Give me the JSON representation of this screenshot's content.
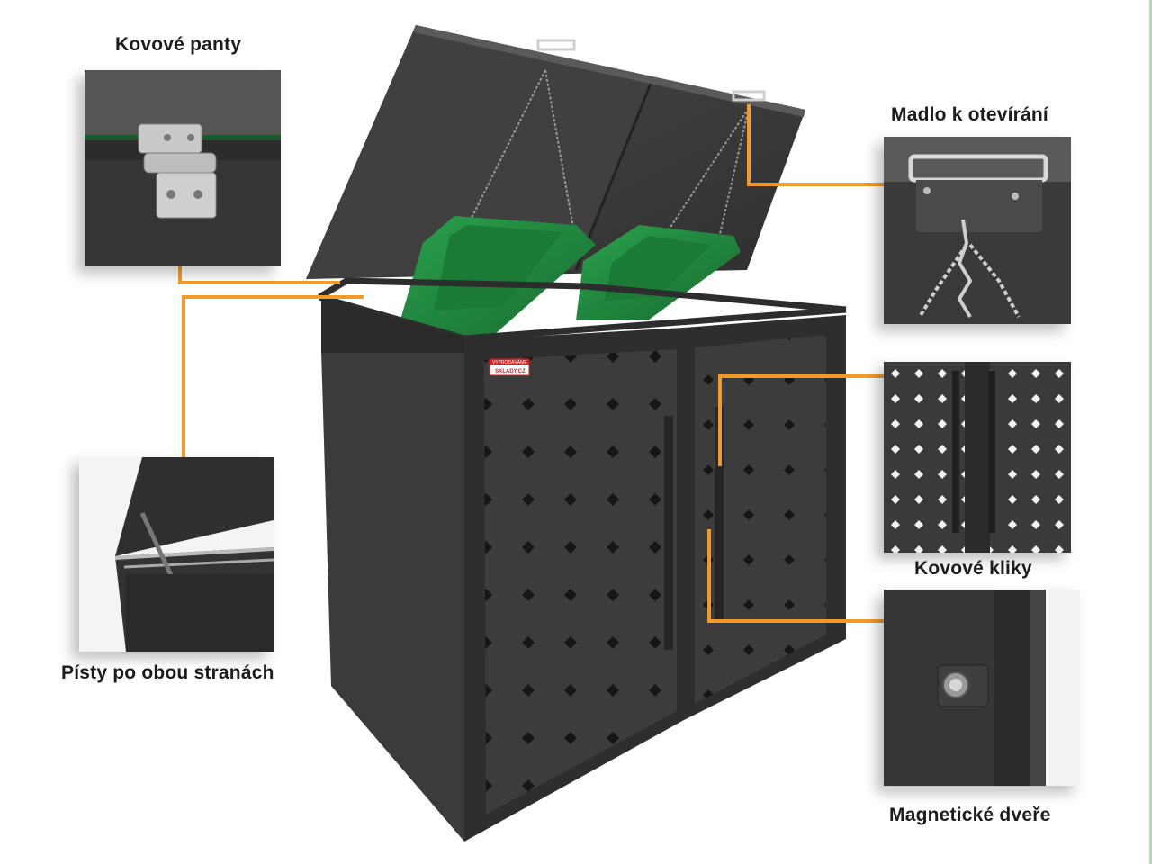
{
  "labels": {
    "hinges": "Kovové panty",
    "handle": "Madlo k otevírání",
    "pistons": "Písty po obou stranách",
    "handles": "Kovové kliky",
    "magnetic": "Magnetické dveře"
  },
  "sticker": {
    "line1": "VYPRODÁVÁME",
    "line2": "SKLADY.CZ"
  },
  "colors": {
    "accent": "#f39b2a",
    "metal": "#3b3b3b",
    "lid_green": "#1f8a3e",
    "background": "#ffffff"
  }
}
